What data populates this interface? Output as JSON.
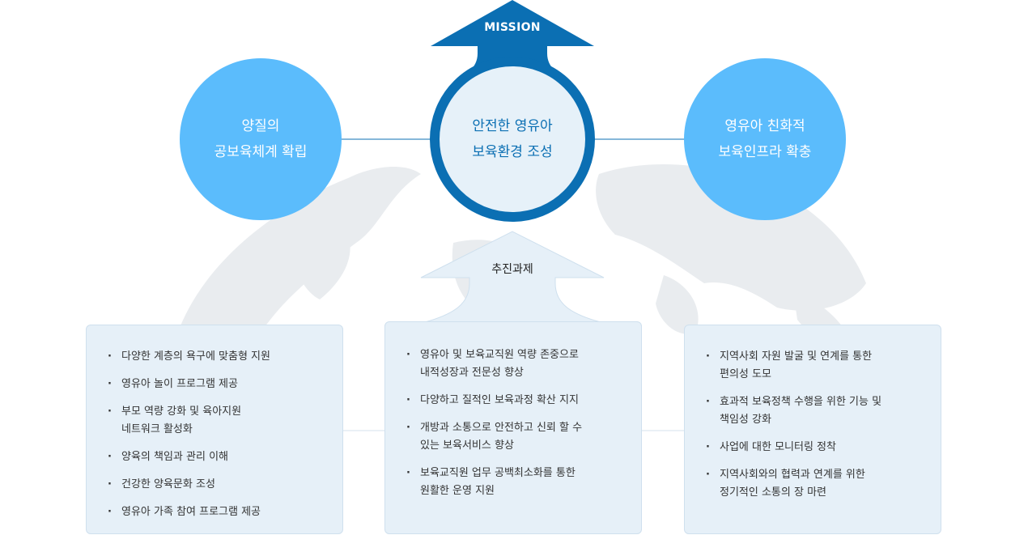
{
  "mission": {
    "label": "MISSION"
  },
  "center": {
    "text": "안전한 영유아\n보육환경 조성"
  },
  "left_goal": {
    "text": "양질의\n공보육체계 확립"
  },
  "right_goal": {
    "text": "영유아 친화적\n보육인프라 확충"
  },
  "tasks": {
    "label": "추진과제"
  },
  "left_tasks": [
    "다양한 계층의 욕구에 맞춤형 지원",
    "영유아 놀이 프로그램 제공",
    "부모 역량 강화 및 육아지원\n네트워크 활성화",
    "양육의 책임과 관리 이해",
    "건강한 양육문화 조성",
    "영유아 가족 참여 프로그램 제공"
  ],
  "mid_tasks": [
    "영유아 및 보육교직원 역량 존중으로\n내적성장과 전문성 향상",
    "다양하고 질적인 보육과정 확산 지지",
    "개방과 소통으로 안전하고 신뢰 할 수\n있는 보육서비스 향상",
    "보육교직원 업무 공백최소화를 통한\n원활한 운영 지원"
  ],
  "right_tasks": [
    "지역사회 자원 발굴 및 연계를 통한\n편의성 도모",
    "효과적 보육정책 수행을 위한 기능 및\n책임성 강화",
    "사업에 대한 모니터링 정착",
    "지역사회와의 협력과 연계를 위한\n정기적인 소통의 장 마련"
  ],
  "colors": {
    "primary_blue": "#0b6fb3",
    "light_blue": "#5bbcfc",
    "box_bg": "#e6f0f8"
  }
}
